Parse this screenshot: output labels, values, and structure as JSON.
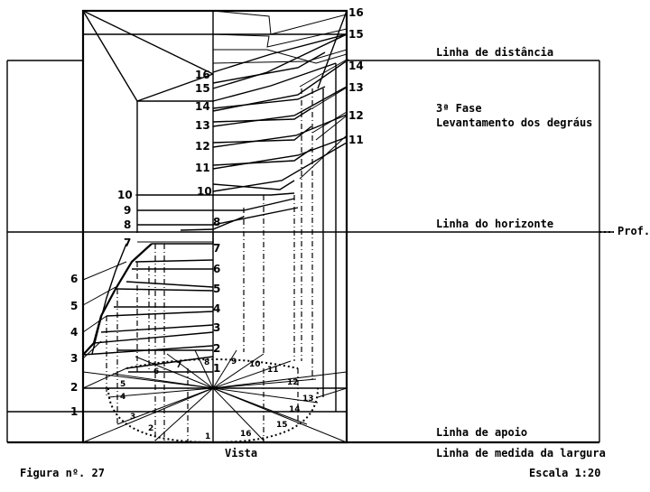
{
  "labels": {
    "distance_line": "Linha de distância",
    "phase": "3ª Fase",
    "phase_desc": "Levantamento dos degráus",
    "horizon_line": "Linha do horizonte",
    "prof": "Prof.",
    "support_line": "Linha de apoio",
    "width_line": "Linha de medida da largura",
    "view": "Vista",
    "figure": "Figura nº. 27",
    "scale": "Escala 1:20"
  },
  "step_numbers": {
    "left_outer": [
      "1",
      "2",
      "3",
      "4",
      "5",
      "6",
      "7"
    ],
    "left_upper": [
      "8",
      "9",
      "10"
    ],
    "center_axis": [
      "1",
      "2",
      "3",
      "4",
      "5",
      "6",
      "7",
      "8",
      "10",
      "11",
      "12",
      "13",
      "14",
      "15",
      "16"
    ],
    "right_outer": [
      "11",
      "12",
      "13",
      "14",
      "15",
      "16"
    ],
    "plan": [
      "1",
      "2",
      "3",
      "4",
      "5",
      "6",
      "7",
      "8",
      "9",
      "10",
      "11",
      "12",
      "13",
      "14",
      "15",
      "16"
    ]
  }
}
